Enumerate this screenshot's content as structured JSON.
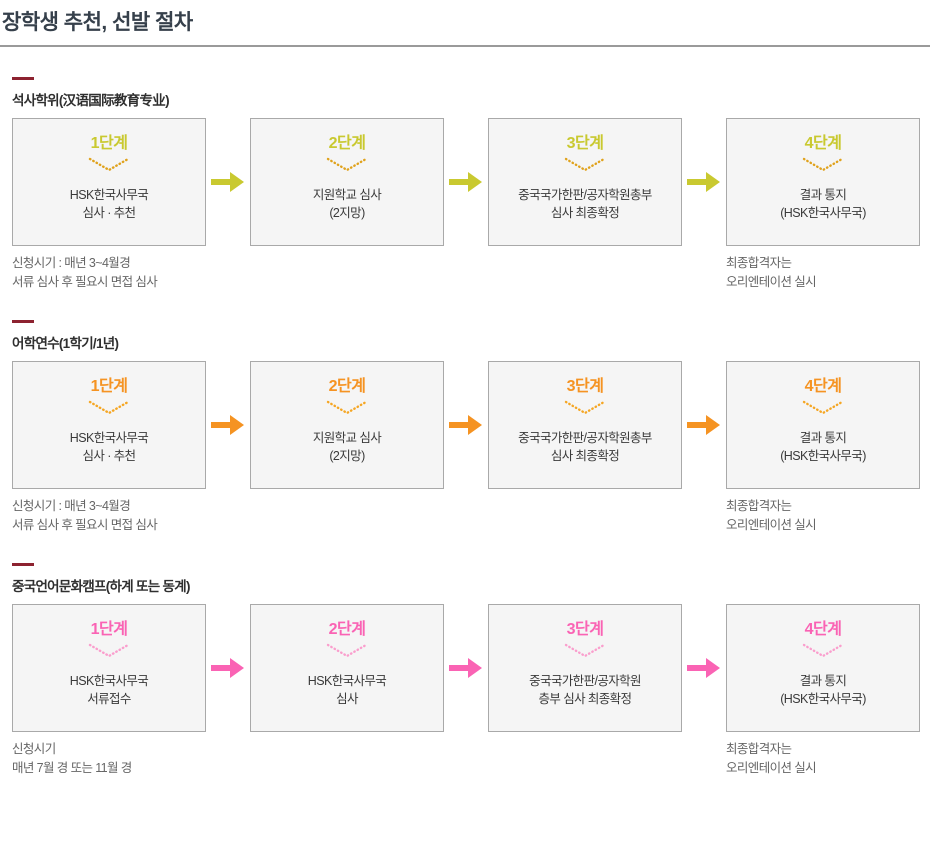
{
  "page": {
    "title": "장학생 추천, 선발 절차"
  },
  "colors": {
    "section_mark": "#8d2230",
    "title_text": "#36404b",
    "box_border": "#a9a9a9",
    "box_fill": "#f5f5f5",
    "caption_text": "#666666",
    "accent_green": "#c9c930",
    "accent_orange": "#f59322",
    "accent_pink": "#fa63b4",
    "chevron_green": "#e0a21c",
    "chevron_orange": "#f5a623",
    "chevron_pink": "#fa9ecd"
  },
  "sections": [
    {
      "id": "masters",
      "title": "석사학위(汉语国际教育专业)",
      "accent": "#c9c930",
      "chevron": "#e0a21c",
      "steps": [
        {
          "label": "1단계",
          "text": "HSK한국사무국\n심사 · 추천"
        },
        {
          "label": "2단계",
          "text": "지원학교 심사\n(2지망)"
        },
        {
          "label": "3단계",
          "text": "중국국가한판/공자학원총부\n심사 최종확정"
        },
        {
          "label": "4단계",
          "text": "결과 통지\n(HSK한국사무국)"
        }
      ],
      "arrow_icon": "arrow-right-icon",
      "captions": {
        "left": "신청시기 : 매년 3~4월경\n서류 심사 후 필요시 면접 심사",
        "right": "최종합격자는\n오리엔테이션 실시"
      }
    },
    {
      "id": "language-training",
      "title": "어학연수(1학기/1년)",
      "accent": "#f59322",
      "chevron": "#f5a623",
      "steps": [
        {
          "label": "1단계",
          "text": "HSK한국사무국\n심사 · 추천"
        },
        {
          "label": "2단계",
          "text": "지원학교 심사\n(2지망)"
        },
        {
          "label": "3단계",
          "text": "중국국가한판/공자학원총부\n심사 최종확정"
        },
        {
          "label": "4단계",
          "text": "결과 통지\n(HSK한국사무국)"
        }
      ],
      "arrow_icon": "arrow-right-icon",
      "captions": {
        "left": "신청시기 : 매년 3~4월경\n서류 심사 후 필요시 면접 심사",
        "right": "최종합격자는\n오리엔테이션 실시"
      }
    },
    {
      "id": "culture-camp",
      "title": "중국언어문화캠프(하계 또는 동계)",
      "accent": "#fa63b4",
      "chevron": "#fa9ecd",
      "steps": [
        {
          "label": "1단계",
          "text": "HSK한국사무국\n서류접수"
        },
        {
          "label": "2단계",
          "text": "HSK한국사무국\n심사"
        },
        {
          "label": "3단계",
          "text": "중국국가한판/공자학원\n층부 심사 최종확정"
        },
        {
          "label": "4단계",
          "text": "결과 통지\n(HSK한국사무국)"
        }
      ],
      "arrow_icon": "arrow-right-icon",
      "captions": {
        "left": "신청시기\n매년 7월 경 또는 11월 경",
        "right": "최종합격자는\n오리엔테이션 실시"
      }
    }
  ]
}
